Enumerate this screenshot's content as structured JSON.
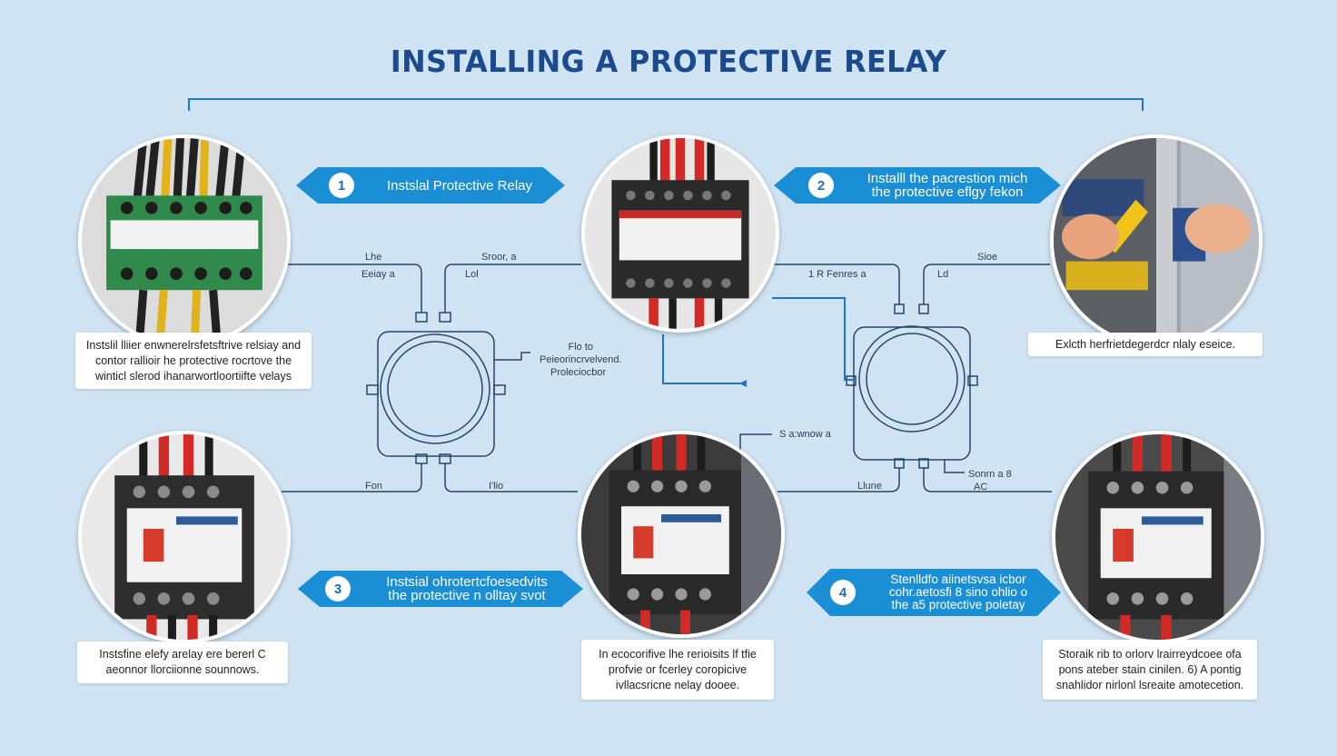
{
  "title": "INSTALLING A PROTECTIVE RELAY",
  "steps": [
    {
      "number": "1",
      "banner": "Instslal Protective Relay"
    },
    {
      "number": "2",
      "banner": "Installl the pacrestion mich\nthe protective eflgy fekon"
    },
    {
      "number": "3",
      "banner": "Instsial ohrotertcfoesedvits\nthe protective n olltay svot"
    },
    {
      "number": "4",
      "banner": "Stenlldfo aiinetsvsa icbor\ncohr.aetosfi 8 sino ohlio o\nthe a5 protective poletay"
    }
  ],
  "captions": {
    "top_left": "Instslil lliier enwnerelrsfetsftrive relsiay and\ncontor rallioir he protective rocrtove the\nwinticl slerod ihanarwortloortiifte velays",
    "top_right": "Exlcth herfrietdegerdcr nlaly eseice.",
    "bottom_left": "Instsfine elefy arelay ere bererl C\naeonnor llorciionne sounnows.",
    "bottom_center": "In ecocorifive lhe rerioisits lf tfie\nprofvie or fcerley coropicive\nivllacsricne nelay dooee.",
    "bottom_right": "Storaik rib to orlorv lrairreydcoee ofa\npons ateber stain cinilen. 6) A pontig\nsnahlidor nirlonl lsreaite amotecetion."
  },
  "wire_labels": {
    "l1": "Lhe",
    "l2": "Eeiay a",
    "l3": "Sroor, a",
    "l4": "Lol",
    "l5": "Flo to\nPeieorincrvelvend.",
    "l6": "Proleciocbor",
    "l7": "1 R Fenres a",
    "l8": "Ld",
    "l9": "Sioe",
    "l10": "S a:wnow a",
    "l11": "Fon",
    "l12": "I'lio",
    "l13": "Llune",
    "l14": "Sonrn a 8",
    "l15": "AC"
  },
  "colors": {
    "background": "#cfe3f3",
    "title": "#1b4a8e",
    "banner": "#1a8fd6",
    "wire": "#27466d",
    "wire_blue": "#1a78c8"
  }
}
